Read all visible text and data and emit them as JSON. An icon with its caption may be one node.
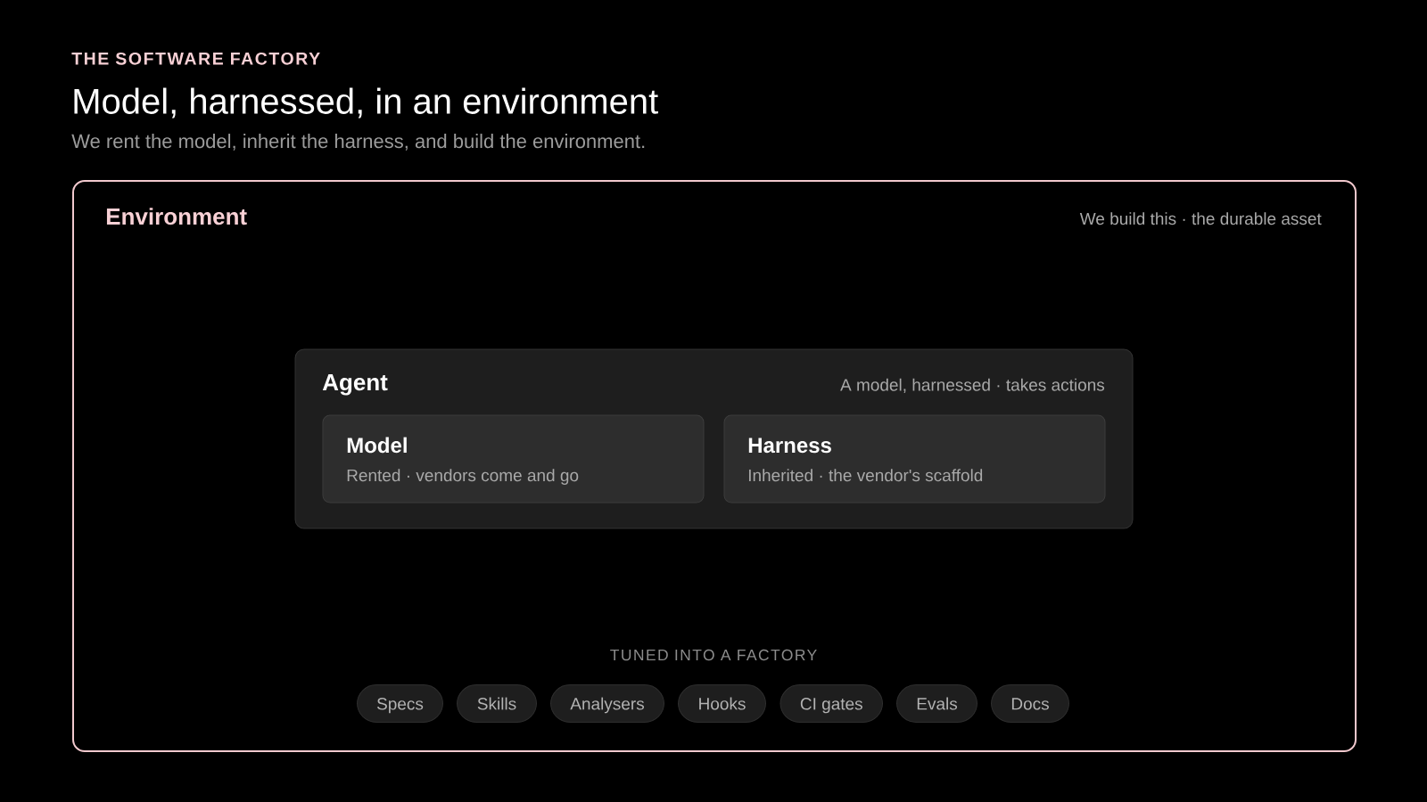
{
  "diagram": {
    "title": "Model, harnessed, in an environment",
    "nodes": [
      {
        "text": [
          "Environment",
          "We build this · the durable asset"
        ]
      },
      {
        "text": [
          "Agent",
          "A model, harnessed · takes actions"
        ],
        "in": 0
      },
      {
        "text": [
          "Model",
          "Rented · vendors come and go"
        ],
        "in": 1
      },
      {
        "text": [
          "Harness",
          "Inherited · the vendor's scaffold"
        ],
        "in": 1
      },
      {
        "text": [
          "Specs"
        ],
        "in": 0
      },
      {
        "text": [
          "Skills"
        ],
        "in": 0
      },
      {
        "text": [
          "Analysers"
        ],
        "in": 0
      },
      {
        "text": [
          "Hooks"
        ],
        "in": 0
      },
      {
        "text": [
          "CI gates"
        ],
        "in": 0
      },
      {
        "text": [
          "Evals"
        ],
        "in": 0
      },
      {
        "text": [
          "Docs"
        ],
        "in": 0
      }
    ],
    "labels": [
      "THE SOFTWARE FACTORY",
      "We rent the model, inherit the harness, and build the environment.",
      "TUNED INTO A FACTORY"
    ]
  }
}
